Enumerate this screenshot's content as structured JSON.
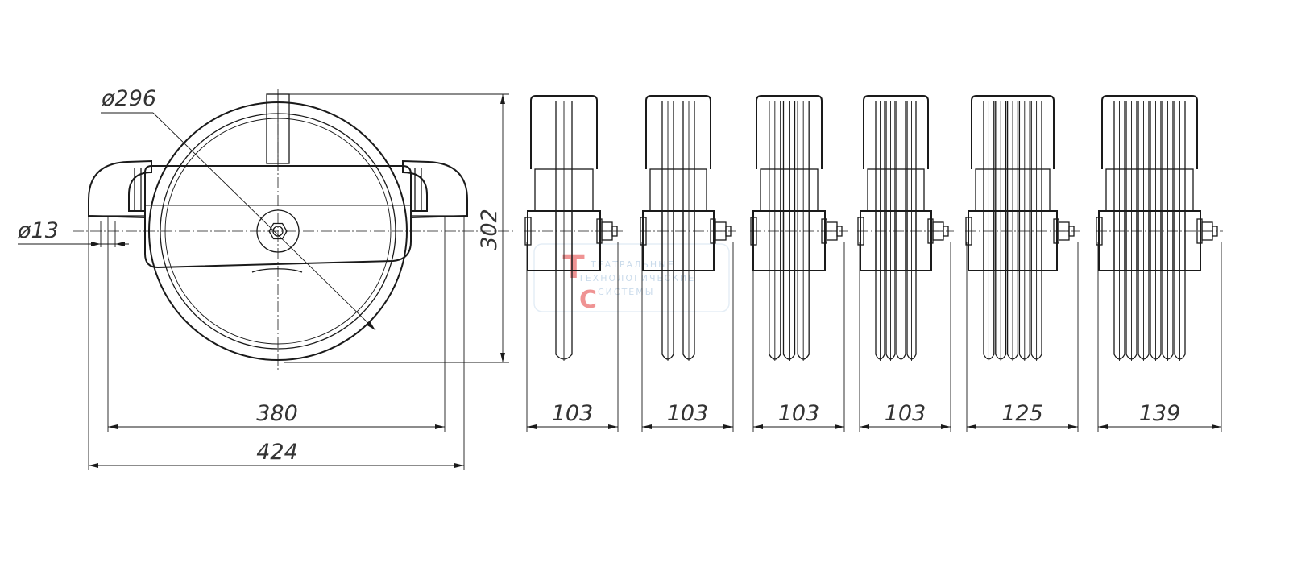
{
  "front_view": {
    "sheave_diameter": "ø296",
    "bolt_diameter": "ø13",
    "height": "302",
    "hole_spacing": "380",
    "overall_width": "424"
  },
  "side_views": [
    {
      "grooves": 1,
      "width_label": "103"
    },
    {
      "grooves": 2,
      "width_label": "103"
    },
    {
      "grooves": 3,
      "width_label": "103"
    },
    {
      "grooves": 4,
      "width_label": "103"
    },
    {
      "grooves": 5,
      "width_label": "125"
    },
    {
      "grooves": 6,
      "width_label": "139"
    }
  ],
  "watermark": {
    "lines": [
      "ТЕАТРАЛЬНЫЕ",
      "ТЕХНОЛОГИЧЕСКИЕ",
      "СИСТЕМЫ"
    ],
    "logo_letters": [
      "Т",
      "С"
    ],
    "colors": {
      "red": "#e23b3b",
      "blue": "#9fbedb"
    }
  }
}
